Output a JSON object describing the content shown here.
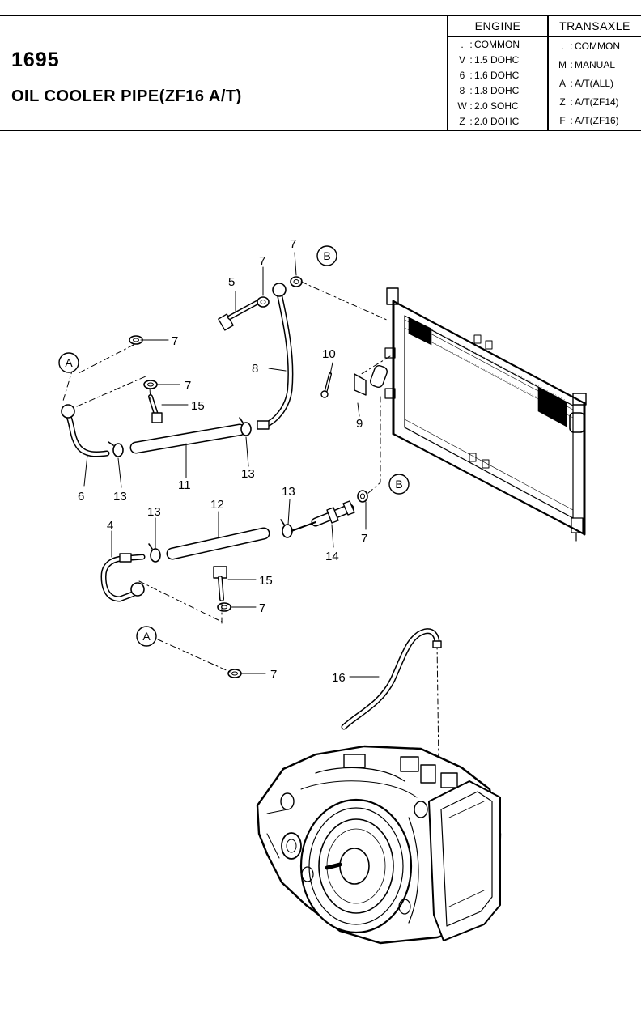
{
  "header": {
    "part_number": "1695",
    "title": "OIL COOLER PIPE(ZF16 A/T)"
  },
  "legend": {
    "engine": {
      "heading": "ENGINE",
      "rows": [
        {
          "code": ".",
          "desc": "COMMON"
        },
        {
          "code": "V",
          "desc": "1.5 DOHC"
        },
        {
          "code": "6",
          "desc": "1.6 DOHC"
        },
        {
          "code": "8",
          "desc": "1.8 DOHC"
        },
        {
          "code": "W",
          "desc": "2.0 SOHC"
        },
        {
          "code": "Z",
          "desc": "2.0 DOHC"
        }
      ]
    },
    "transaxle": {
      "heading": "TRANSAXLE",
      "rows": [
        {
          "code": ".",
          "desc": "COMMON"
        },
        {
          "code": "M",
          "desc": "MANUAL"
        },
        {
          "code": "A",
          "desc": "A/T(ALL)"
        },
        {
          "code": "Z",
          "desc": "A/T(ZF14)"
        },
        {
          "code": "F",
          "desc": "A/T(ZF16)"
        }
      ]
    }
  },
  "diagram": {
    "callouts": {
      "c7a": "7",
      "c7b": "7",
      "c7c": "7",
      "c7d": "7",
      "c7e": "7",
      "c7f": "7",
      "c7g": "7",
      "c5": "5",
      "c8": "8",
      "c10": "10",
      "c9": "9",
      "c15a": "15",
      "c15b": "15",
      "c6": "6",
      "c13a": "13",
      "c11": "11",
      "c13b": "13",
      "c13c": "13",
      "c12": "12",
      "c13d": "13",
      "c4": "4",
      "c14": "14",
      "c16": "16"
    },
    "connectors": {
      "A1": "A",
      "A2": "A",
      "B1": "B",
      "B2": "B"
    }
  }
}
